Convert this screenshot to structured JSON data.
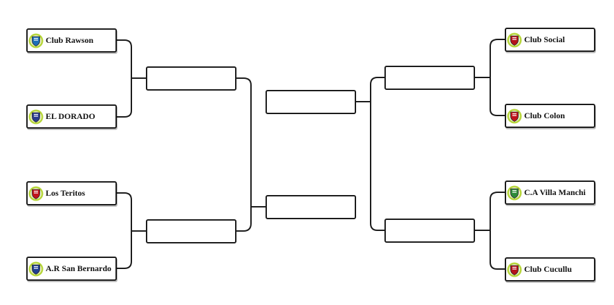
{
  "bracket": {
    "left_teams": [
      {
        "name": "Club Rawson",
        "icon": "club-rawson-crest-icon",
        "color": "#1d6fb8"
      },
      {
        "name": "EL DORADO",
        "icon": "el-dorado-crest-icon",
        "color": "#2a3d8f"
      },
      {
        "name": "Los Teritos",
        "icon": "los-teritos-crest-icon",
        "color": "#c0141c"
      },
      {
        "name": "A.R San Bernardo",
        "icon": "san-bernardo-crest-icon",
        "color": "#1f3f91"
      }
    ],
    "right_teams": [
      {
        "name": "Club Social",
        "icon": "club-social-crest-icon",
        "color": "#b5121b"
      },
      {
        "name": "Club Colon",
        "icon": "club-colon-crest-icon",
        "color": "#c0141c"
      },
      {
        "name": "C.A Villa Manchi",
        "icon": "villa-manchi-crest-icon",
        "color": "#2e8b3a"
      },
      {
        "name": "Club Cucullu",
        "icon": "club-cucullu-crest-icon",
        "color": "#b5121b"
      }
    ],
    "logo_ring_color": "#b7d63b",
    "line_color": "#1a1a1a"
  }
}
